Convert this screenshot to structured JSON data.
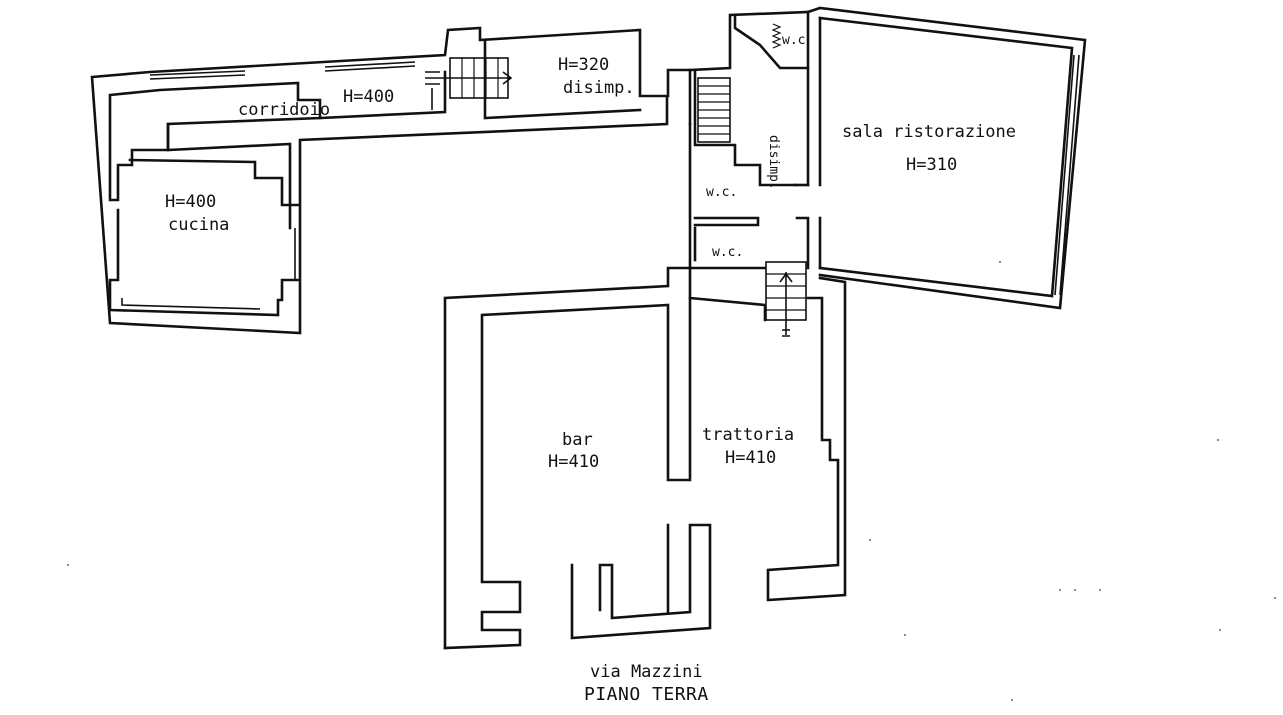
{
  "plan": {
    "rooms": {
      "corridoio": {
        "name": "corridoio",
        "height": "H=400"
      },
      "cucina": {
        "name": "cucina",
        "height": "H=400"
      },
      "disimp_top": {
        "name": "disimp.",
        "height": "H=320"
      },
      "disimp_side": {
        "name": "disimp."
      },
      "wc_top": {
        "name": "w.c"
      },
      "wc_mid": {
        "name": "w.c."
      },
      "wc_low": {
        "name": "w.c."
      },
      "sala": {
        "name": "sala ristorazione",
        "height": "H=310"
      },
      "bar": {
        "name": "bar",
        "height": "H=410"
      },
      "trattoria": {
        "name": "trattoria",
        "height": "H=410"
      }
    },
    "street": "via Mazzini",
    "floor": "PIANO TERRA"
  }
}
